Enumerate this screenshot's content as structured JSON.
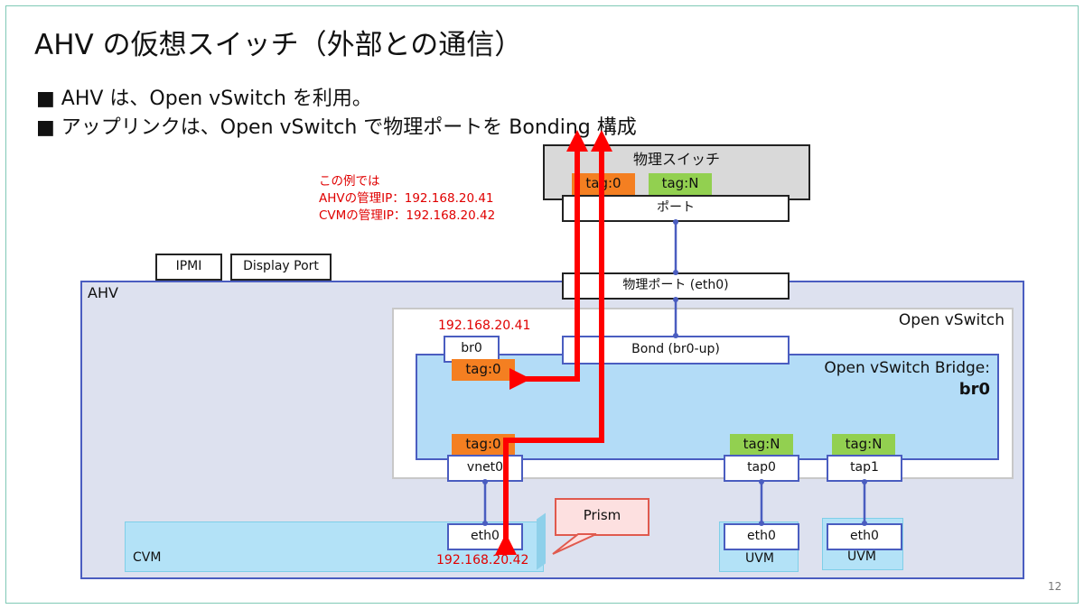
{
  "slide": {
    "title": "AHV の仮想スイッチ（外部との通信）",
    "bullets": [
      "■ AHV は、Open vSwitch を利用。",
      "■ アップリンクは、Open vSwitch で物理ポートを Bonding 構成"
    ],
    "page_number": "12"
  },
  "diagram": {
    "note_lines": [
      "この例では",
      "AHVの管理IP：192.168.20.41",
      "CVMの管理IP：192.168.20.42"
    ],
    "physical_switch": {
      "label": "物理スイッチ",
      "tag0": "tag:0",
      "tagN": "tag:N",
      "port": "ポート"
    },
    "ipmi": "IPMI",
    "display_port": "Display Port",
    "ahv": "AHV",
    "phys_port": "物理ポート (eth0)",
    "ovs": "Open vSwitch",
    "bridge_line1": "Open vSwitch Bridge:",
    "bridge_line2": "br0",
    "br0_ip": "192.168.20.41",
    "br0": "br0",
    "bond": "Bond (br0-up)",
    "br0_tag": "tag:0",
    "vnet0_tag": "tag:0",
    "vnet0": "vnet0",
    "tap0_tag": "tag:N",
    "tap0": "tap0",
    "tap1_tag": "tag:N",
    "tap1": "tap1",
    "cvm": "CVM",
    "cvm_eth": "eth0",
    "cvm_ip": "192.168.20.42",
    "prism": "Prism",
    "uvm1_eth": "eth0",
    "uvm1": "UVM",
    "uvm2_eth": "eth0",
    "uvm2": "UVM"
  },
  "colors": {
    "accent_blue": "#4a5dc0",
    "tag_orange": "#f47f21",
    "tag_green": "#92d050",
    "arrow_red": "#ff0000",
    "note_red": "#e00000"
  }
}
